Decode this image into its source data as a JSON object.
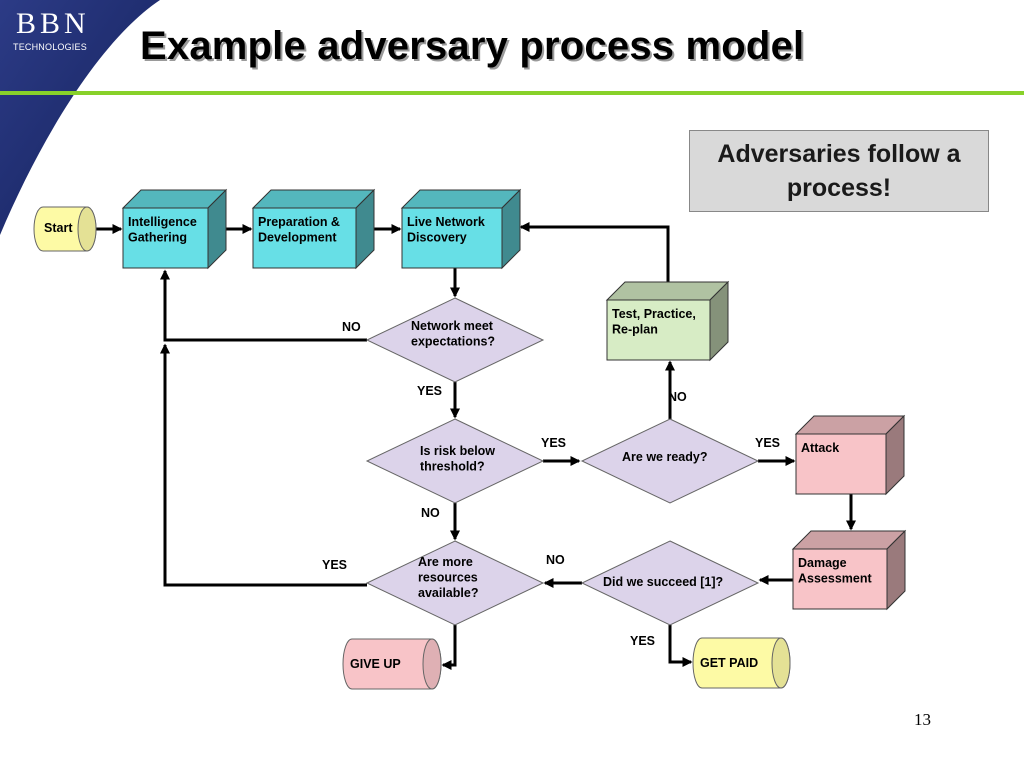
{
  "slide": {
    "title": "Example adversary process model",
    "logo_main": "BBN",
    "logo_sub": "TECHNOLOGIES",
    "callout": "Adversaries follow a process!",
    "page_number": "13"
  },
  "diagram": {
    "nodes": {
      "start": [
        "Start"
      ],
      "intel": [
        "Intelligence",
        "Gathering"
      ],
      "prep": [
        "Preparation &",
        "Development"
      ],
      "live": [
        "Live Network",
        "Discovery"
      ],
      "test": [
        "Test, Practice,",
        "Re-plan"
      ],
      "attack": [
        "Attack"
      ],
      "damage": [
        "Damage",
        "Assessment"
      ],
      "giveup": [
        "GIVE UP"
      ],
      "getpaid": [
        "GET PAID"
      ],
      "d_network": [
        "Network meet",
        "expectations?"
      ],
      "d_risk": [
        "Is risk below",
        "threshold?"
      ],
      "d_ready": [
        "Are we ready?"
      ],
      "d_succeed": [
        "Did we succeed [1]?"
      ],
      "d_resources": [
        "Are more",
        "resources",
        "available?"
      ]
    },
    "edge_labels": {
      "network_no": "NO",
      "network_yes": "YES",
      "risk_yes": "YES",
      "risk_no": "NO",
      "ready_no": "NO",
      "ready_yes": "YES",
      "succeed_no": "NO",
      "succeed_yes": "YES",
      "resources_yes": "YES"
    }
  },
  "colors": {
    "background_band": "#1c2a6e",
    "accent_line": "#88d12a",
    "process_cyan": "#67dfe6",
    "process_green": "#d7ecc5",
    "process_pink": "#f8c4c8",
    "decision_lavender": "#dcd3ea",
    "terminal_yellow": "#fdfaa5",
    "terminal_pink": "#f8c4c8"
  }
}
